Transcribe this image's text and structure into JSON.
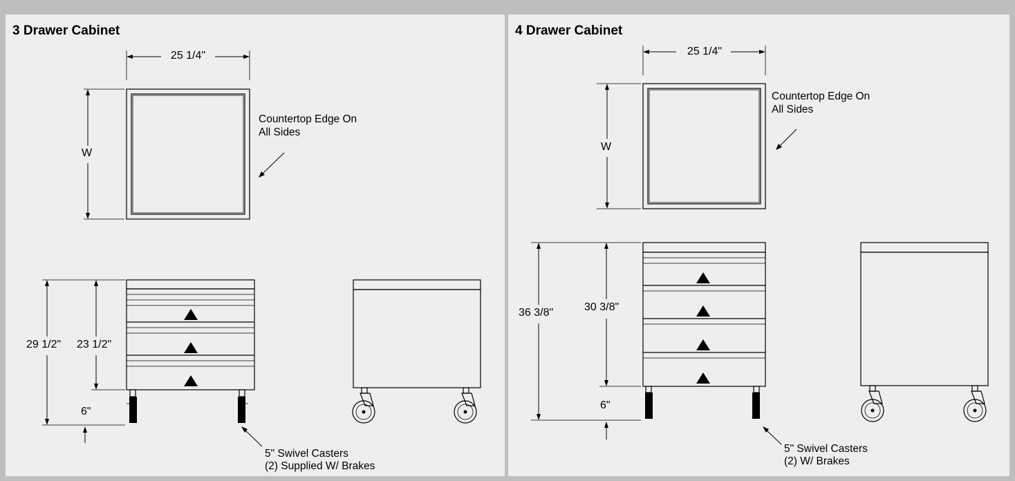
{
  "panels": [
    {
      "title": "3 Drawer Cabinet",
      "top_width": "25 1/4\"",
      "depth": "W",
      "countertop_note_1": "Countertop Edge On",
      "countertop_note_2": "All Sides",
      "overall_height": "29 1/2\"",
      "body_height": "23 1/2\"",
      "caster_height": "6\"",
      "caster_note_1": "5\" Swivel Casters",
      "caster_note_2": "(2) Supplied W/ Brakes"
    },
    {
      "title": "4 Drawer Cabinet",
      "top_width": "25 1/4\"",
      "depth": "W",
      "countertop_note_1": "Countertop Edge On",
      "countertop_note_2": "All Sides",
      "overall_height": "36 3/8\"",
      "body_height": "30 3/8\"",
      "caster_height": "6\"",
      "caster_note_1": "5\" Swivel Casters",
      "caster_note_2": "(2) W/ Brakes"
    }
  ],
  "colors": {
    "frame": "#bebebe",
    "panel": "#eeeeee",
    "line": "#000000"
  }
}
